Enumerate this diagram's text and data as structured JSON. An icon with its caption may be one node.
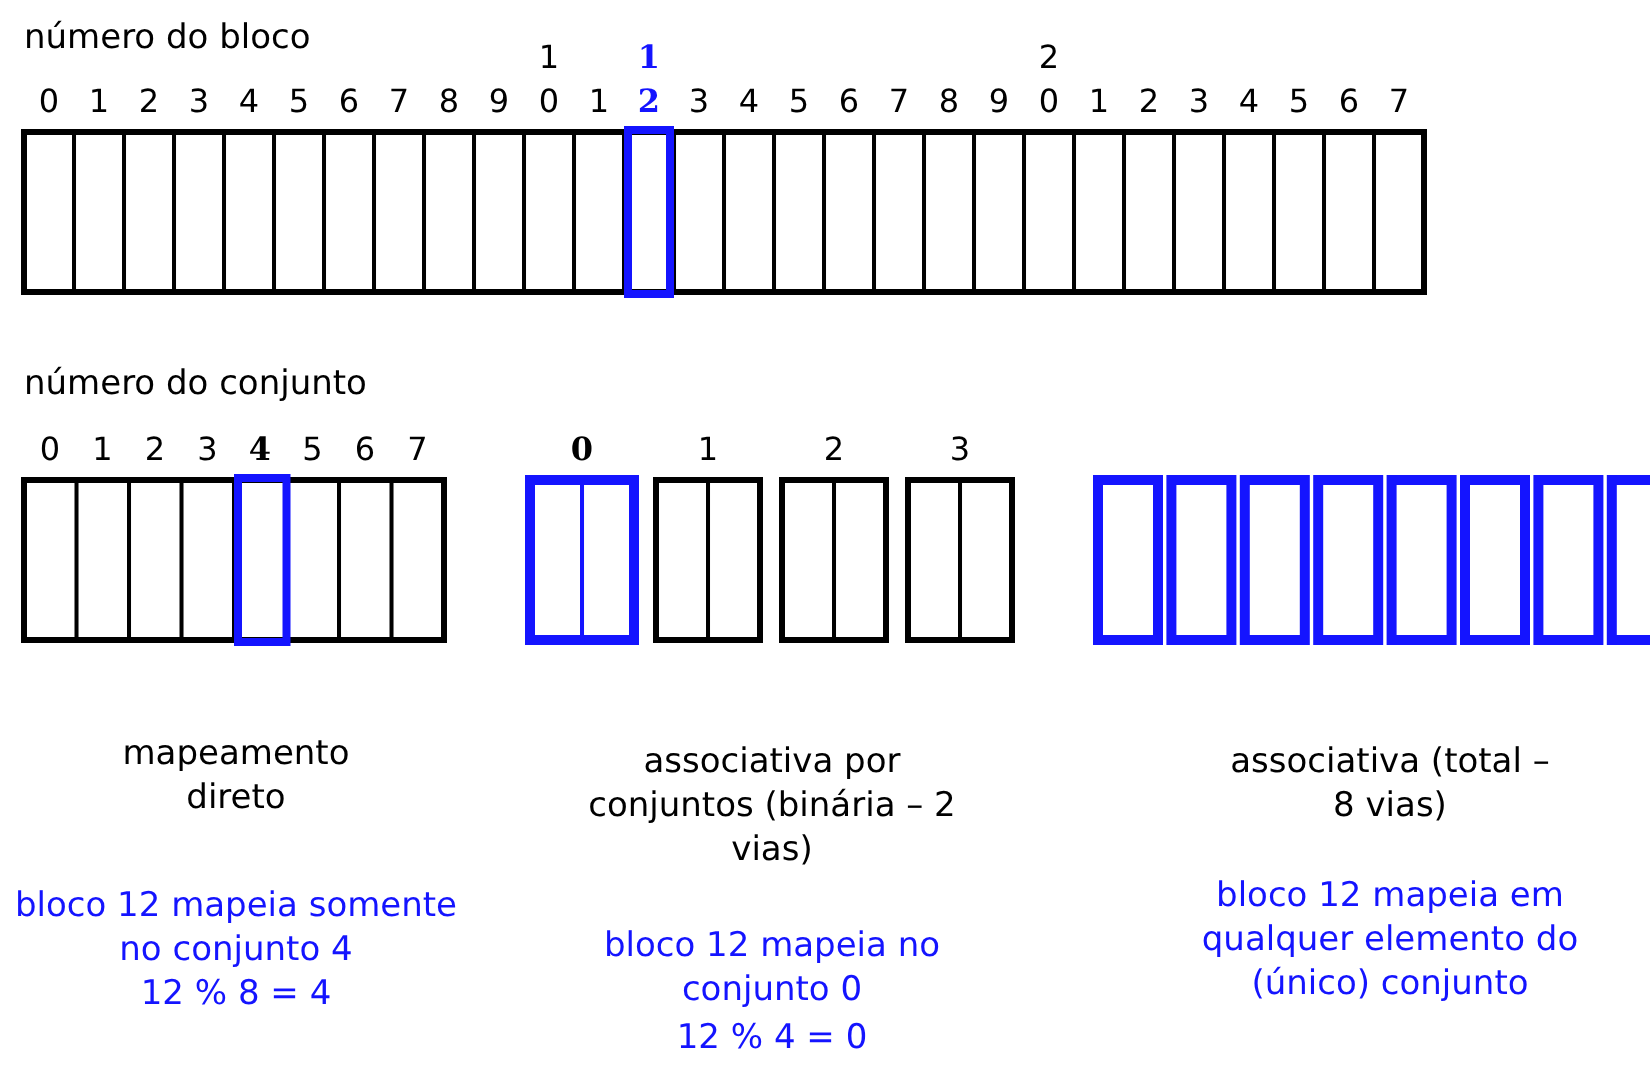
{
  "diagram": {
    "labels": [
      "número do bloco",
      "1",
      "1",
      "2",
      "0",
      "1",
      "2",
      "3",
      "4",
      "5",
      "6",
      "7",
      "8",
      "9",
      "0",
      "1",
      "2",
      "3",
      "4",
      "5",
      "6",
      "7",
      "8",
      "9",
      "0",
      "1",
      "2",
      "3",
      "4",
      "5",
      "6",
      "7",
      "número do conjunto",
      "0",
      "1",
      "2",
      "3",
      "4",
      "5",
      "6",
      "7",
      "0",
      "1",
      "2",
      "3",
      "mapeamento direto",
      "bloco 12 mapeia somente no conjunto 4",
      "12 % 8 = 4",
      "associativa por conjuntos (binária – 2 vias)",
      "bloco 12 mapeia no conjunto 0",
      "12 % 4 = 0",
      "associativa (total – 8 vias)",
      "bloco 12 mapeia em qualquer elemento do (único) conjunto"
    ]
  }
}
